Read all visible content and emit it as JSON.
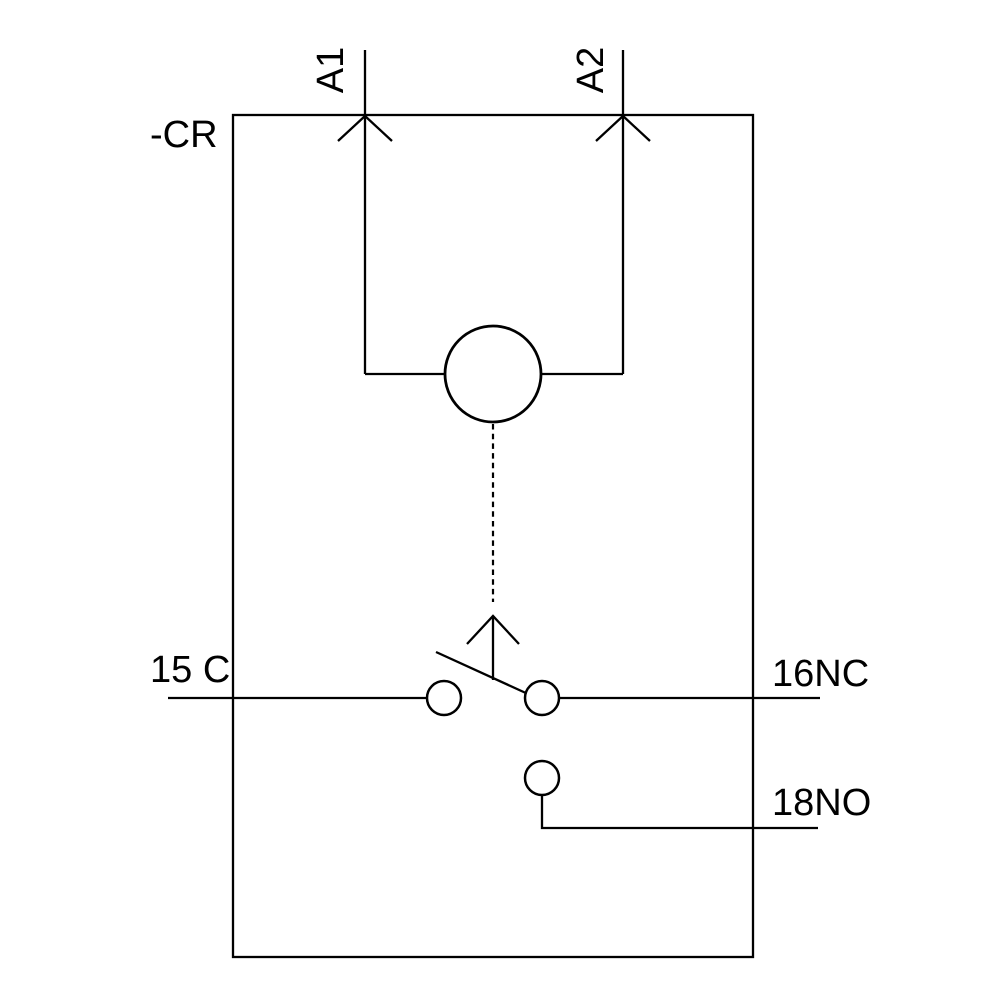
{
  "diagram": {
    "kind": "relay-coil-with-changeover-contact-schematic",
    "labels": {
      "relay_ref": "-CR",
      "coil_terminal_1": "A1",
      "coil_terminal_2": "A2",
      "common_terminal": "15 C",
      "nc_terminal": "16NC",
      "no_terminal": "18NO"
    },
    "colors": {
      "line": "#000000",
      "background": "#ffffff"
    }
  }
}
